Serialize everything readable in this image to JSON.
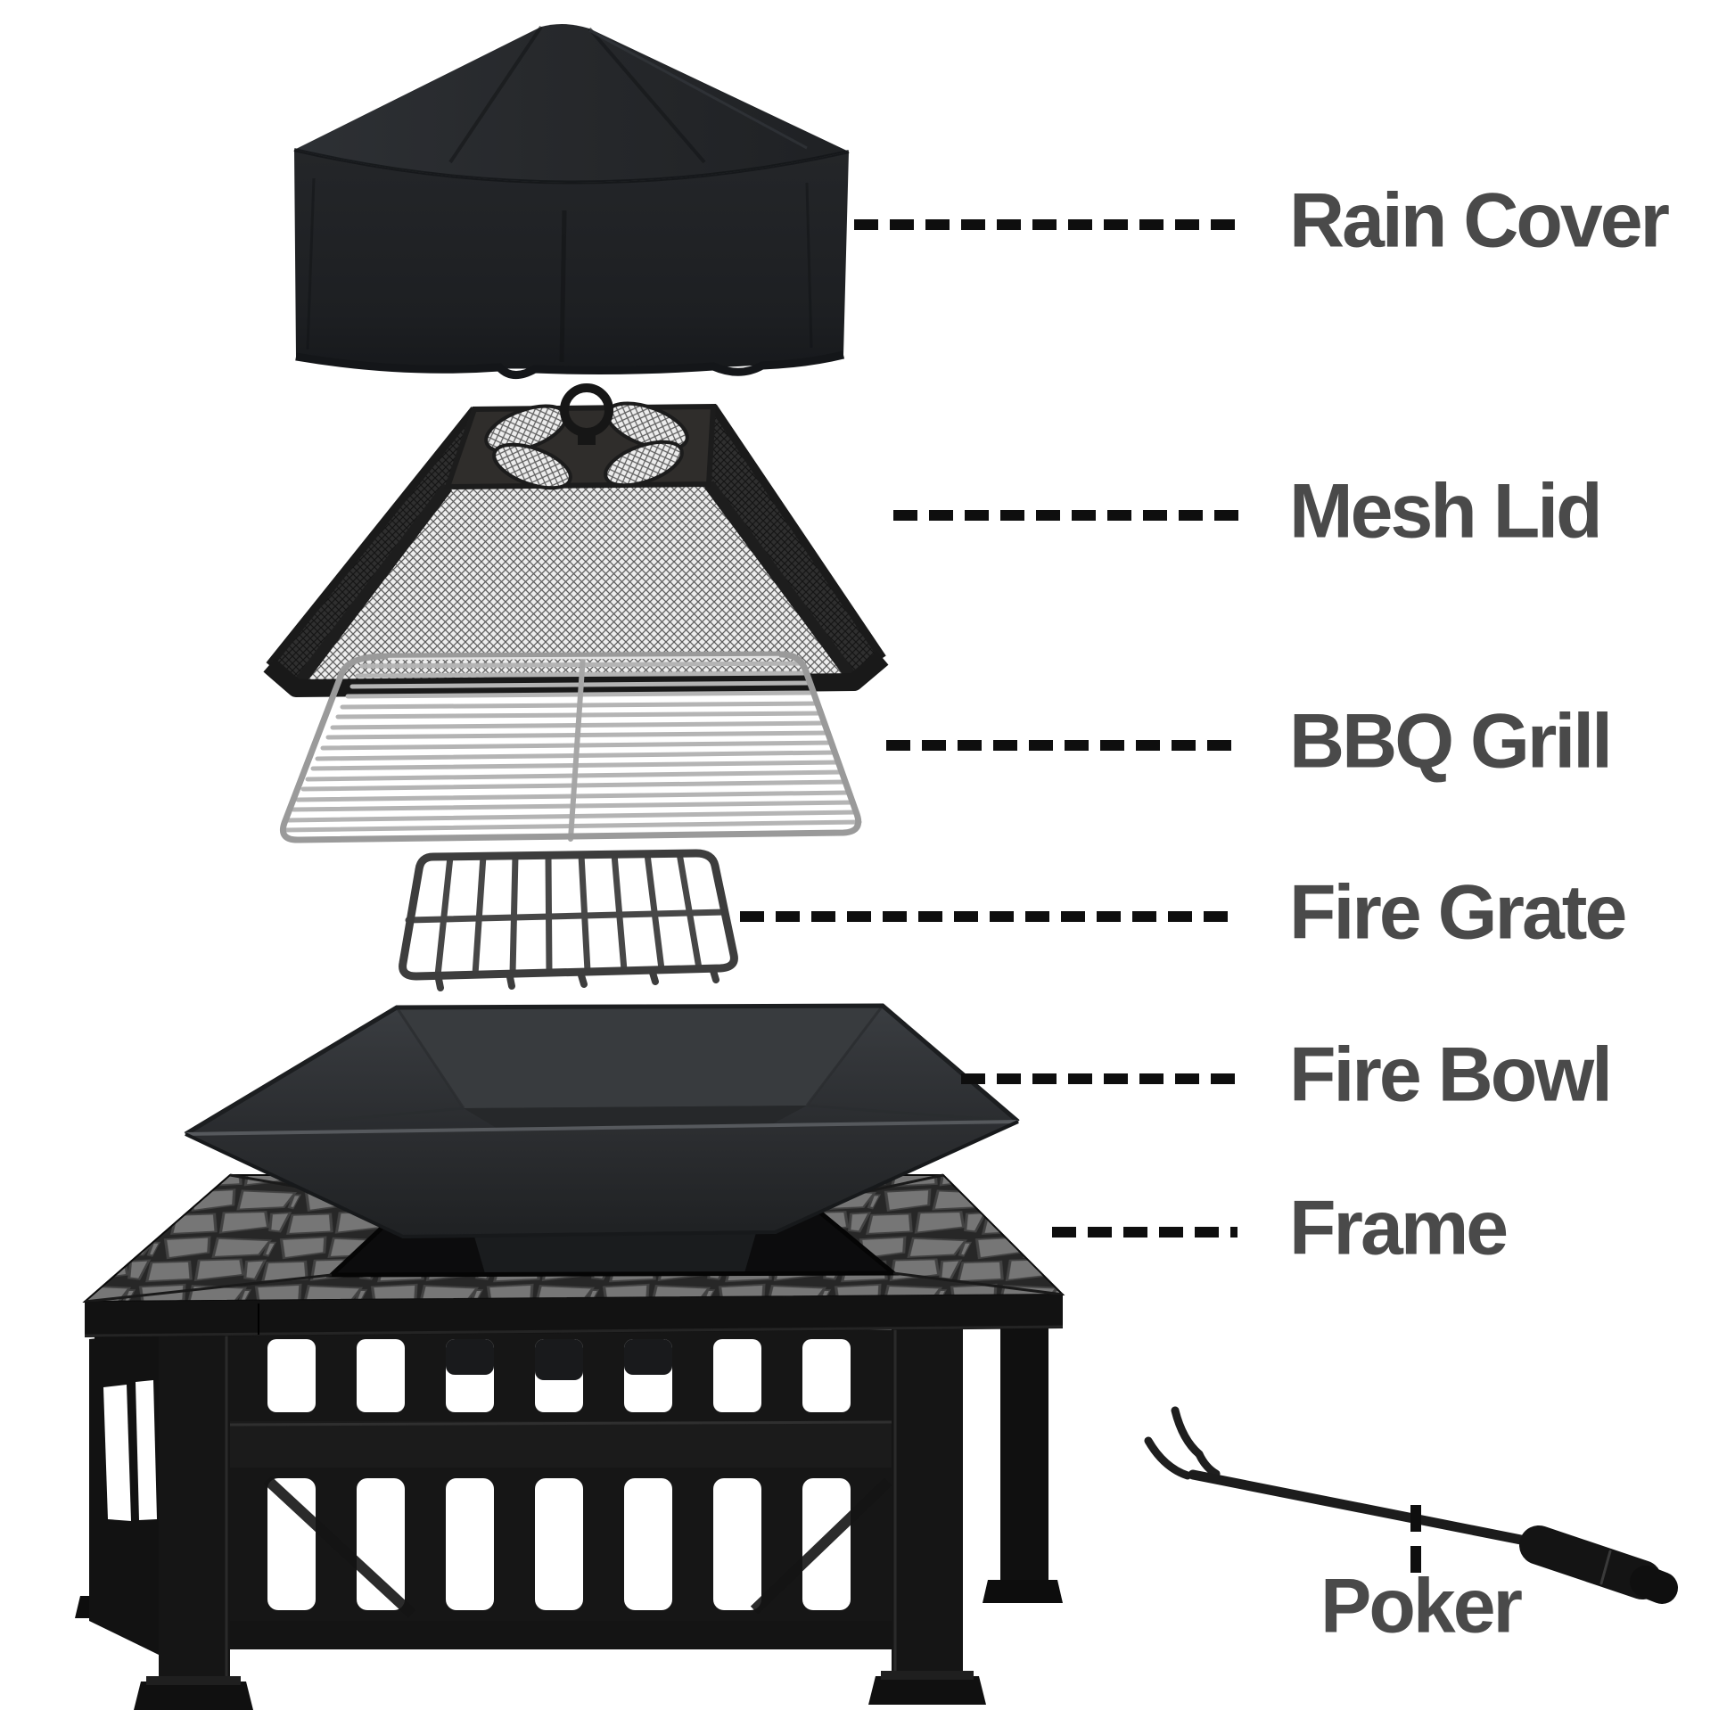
{
  "diagram": {
    "type": "exploded-product-diagram",
    "product": "outdoor fire pit table set",
    "background_color": "#ffffff",
    "label_color": "#4a4a4a",
    "dash_color": "#0e0e0e",
    "metal_black": "#1b1d20",
    "steel_gray": "#b3b3b3",
    "paver_gray": "#757575",
    "parts": [
      {
        "id": "rain-cover",
        "label": "Rain Cover"
      },
      {
        "id": "mesh-lid",
        "label": "Mesh Lid"
      },
      {
        "id": "bbq-grill",
        "label": "BBQ Grill"
      },
      {
        "id": "fire-grate",
        "label": "Fire Grate"
      },
      {
        "id": "fire-bowl",
        "label": "Fire Bowl"
      },
      {
        "id": "frame",
        "label": "Frame"
      },
      {
        "id": "poker",
        "label": "Poker"
      }
    ]
  }
}
